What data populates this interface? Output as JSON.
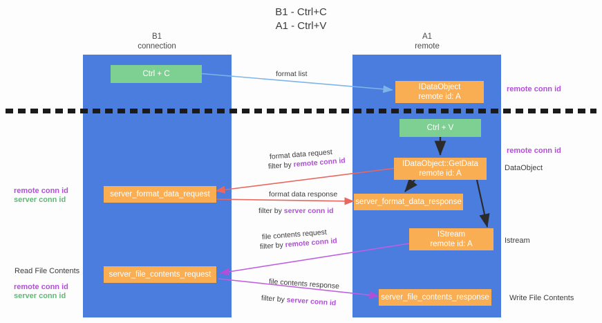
{
  "title": {
    "line1": "B1 - Ctrl+C",
    "line2": "A1 - Ctrl+V"
  },
  "columns": [
    {
      "name": "b1",
      "line1": "B1",
      "line2": "connection"
    },
    {
      "name": "a1",
      "line1": "A1",
      "line2": "remote"
    }
  ],
  "nodes": {
    "ctrl_c": {
      "label": "Ctrl + C",
      "sub": ""
    },
    "idataobject": {
      "label": "IDataObject",
      "sub": "remote id: A"
    },
    "ctrl_v": {
      "label": "Ctrl + V",
      "sub": ""
    },
    "getdata": {
      "label": "IDataObject::GetData",
      "sub": "remote id: A"
    },
    "fmt_request": {
      "label": "server_format_data_request",
      "sub": ""
    },
    "fmt_response": {
      "label": "server_format_data_response",
      "sub": ""
    },
    "istream": {
      "label": "IStream",
      "sub": "remote id: A"
    },
    "file_request": {
      "label": "server_file_contents_request",
      "sub": ""
    },
    "file_response": {
      "label": "server_file_contents_response",
      "sub": ""
    }
  },
  "edge_labels": {
    "format_list": "format list",
    "format_data_request": "format data request",
    "format_data_request_filter_prefix": "filter by ",
    "format_data_request_filter_key": "remote conn id",
    "format_data_response": "format data response",
    "format_data_response_filter_prefix": "filter by ",
    "format_data_response_filter_key": "server conn id",
    "file_contents_request": "file contents request",
    "file_contents_request_filter_prefix": "filter by ",
    "file_contents_request_filter_key": "remote conn id",
    "file_contents_response": "file contents response",
    "file_contents_response_filter_prefix": "filter by ",
    "file_contents_response_filter_key": "server conn id"
  },
  "side_labels": {
    "right_remote_conn_id_top": "remote conn id",
    "right_remote_conn_id_mid": "remote conn id",
    "right_dataobject": "DataObject",
    "right_istream": "Istream",
    "right_write_file_contents": "Write File Contents",
    "left_remote_conn_id_mid": "remote conn id",
    "left_server_conn_id_mid": "server conn id",
    "left_read_file_contents": "Read File Contents",
    "left_remote_conn_id_bottom": "remote conn id",
    "left_server_conn_id_bottom": "server conn id"
  },
  "colors": {
    "lane_blue": "#4a7ddd",
    "node_green": "#7ed092",
    "node_orange": "#f9ae53",
    "accent_purple": "#b14fd8",
    "accent_green": "#62b877",
    "arrow_red": "#e8675e",
    "arrow_blue": "#7fb4e8",
    "arrow_dark": "#2b2b2b"
  }
}
